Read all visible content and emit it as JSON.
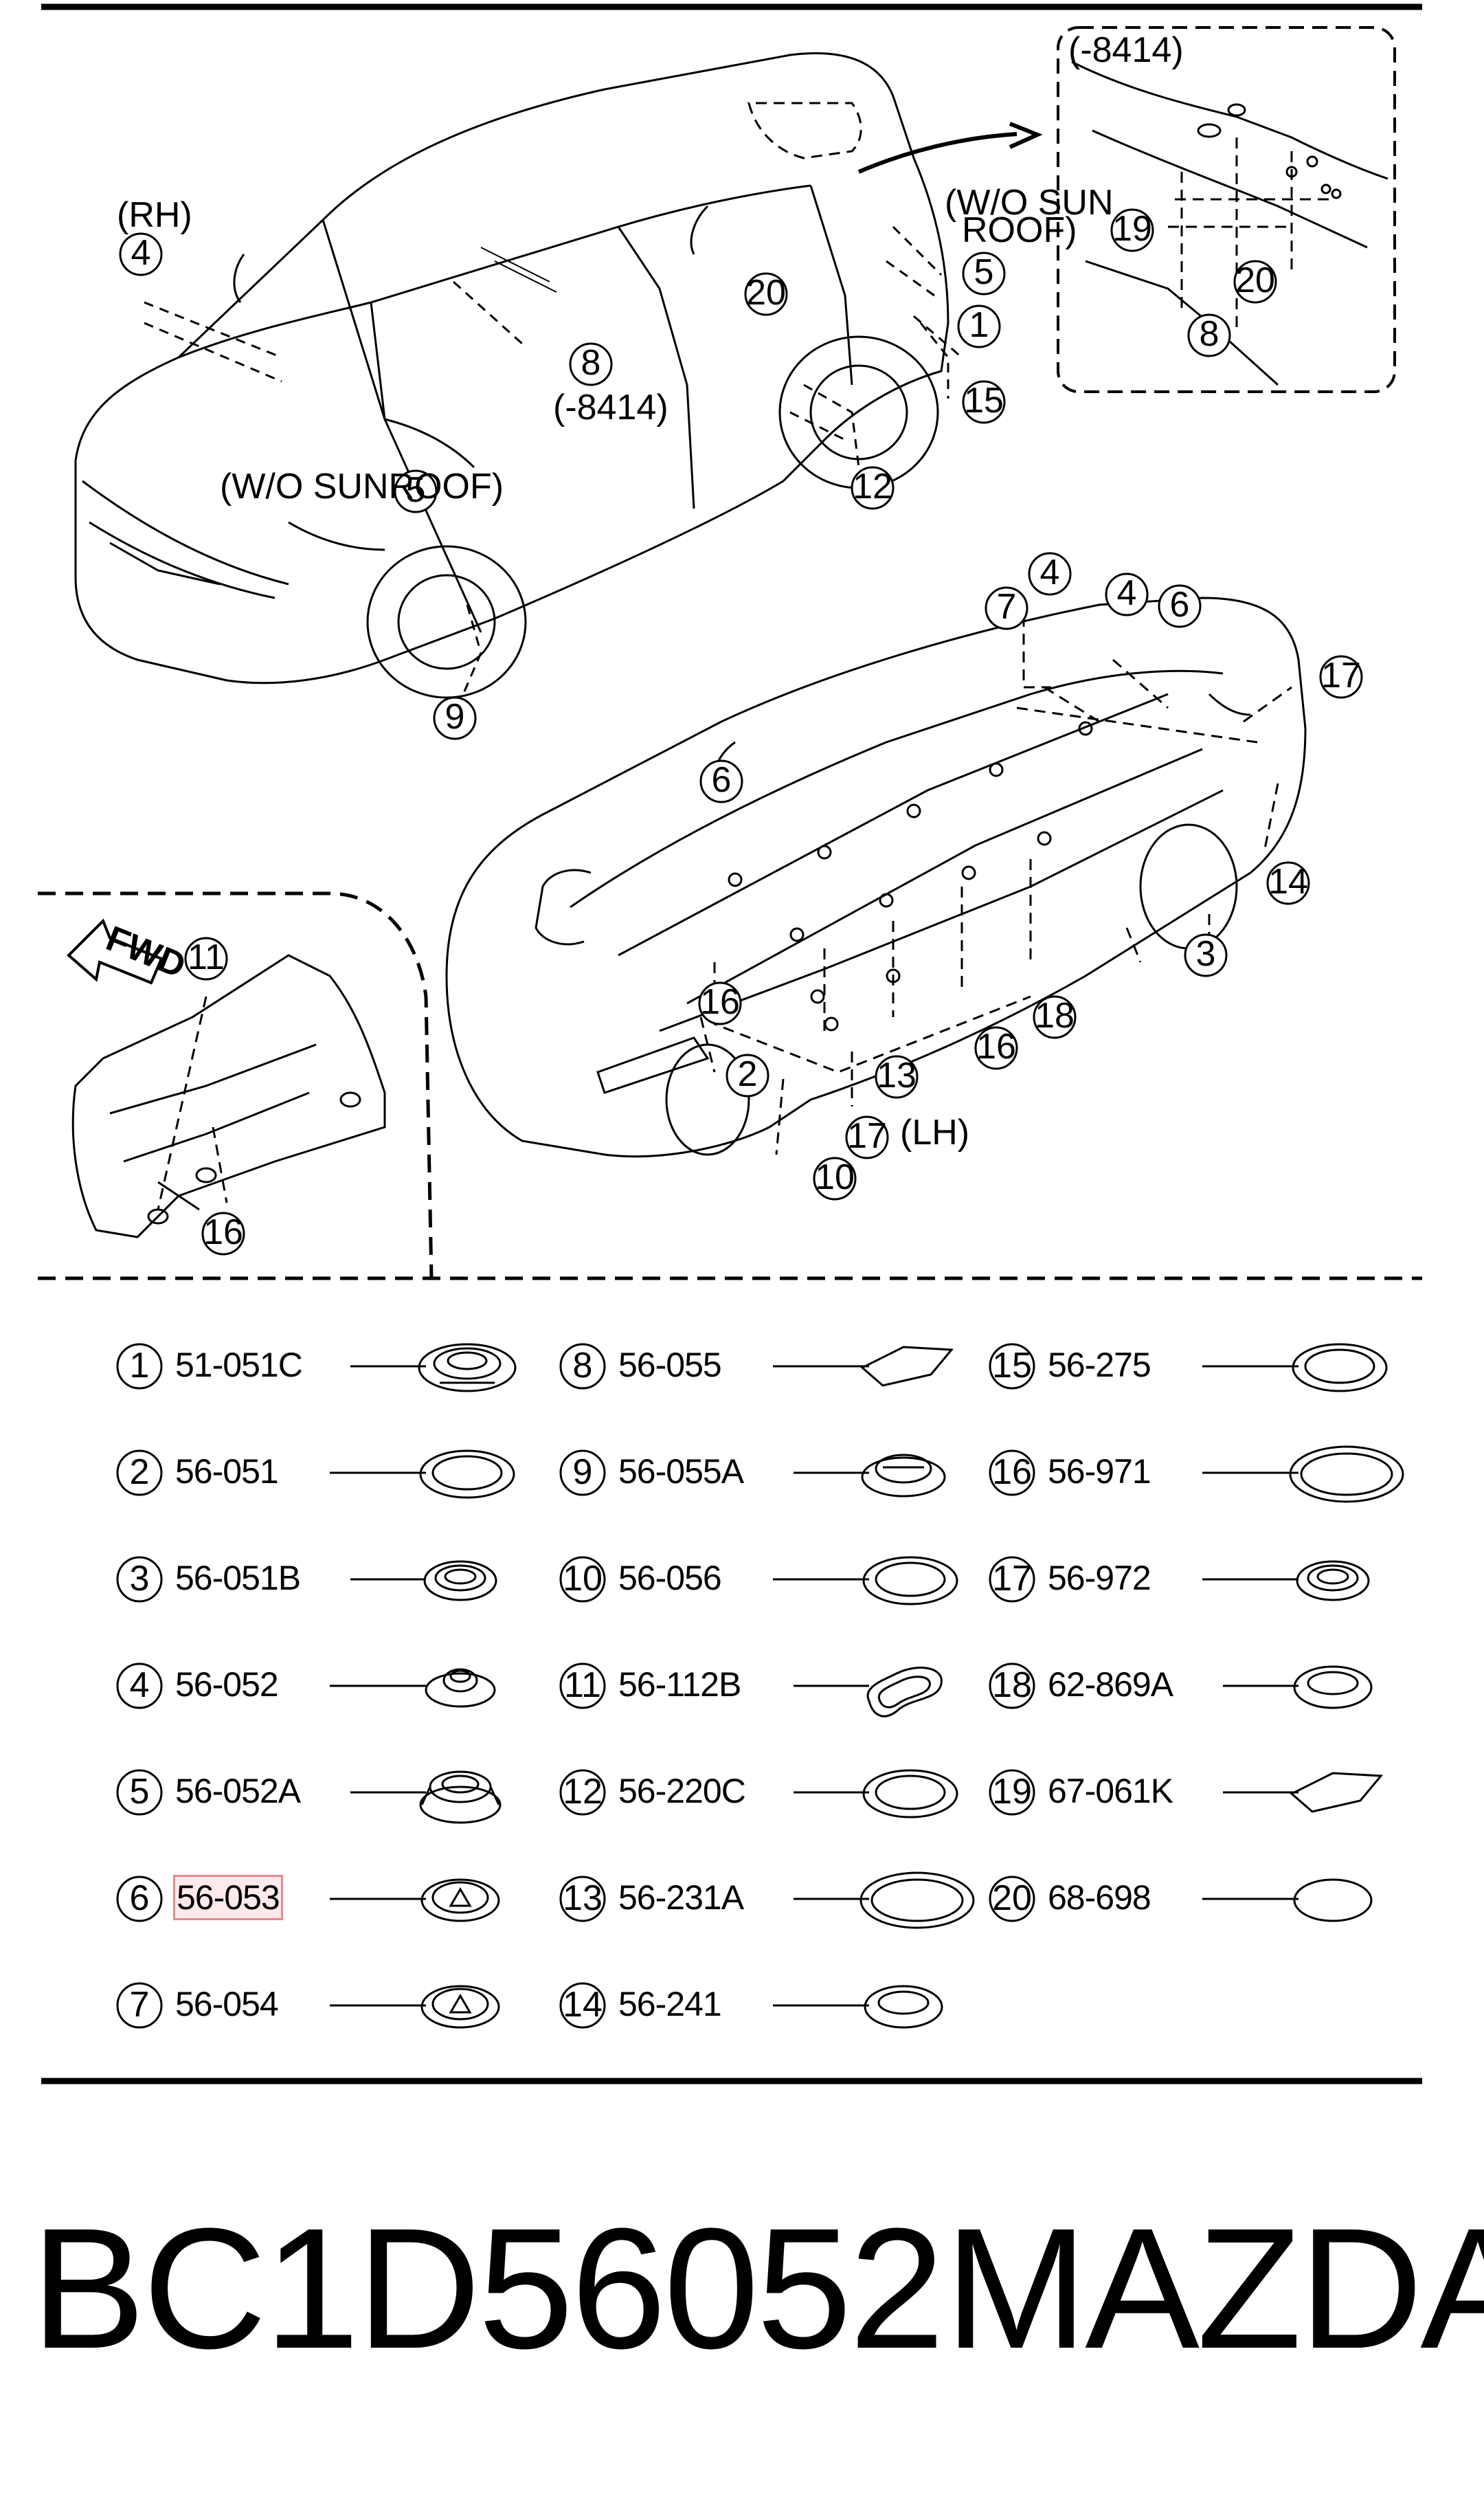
{
  "callouts": [
    {
      "id": "c4a",
      "label": "4"
    },
    {
      "id": "c5a",
      "label": "5"
    },
    {
      "id": "c9",
      "label": "9"
    },
    {
      "id": "c8a",
      "label": "8"
    },
    {
      "id": "c20a",
      "label": "20"
    },
    {
      "id": "c5b",
      "label": "5"
    },
    {
      "id": "c1",
      "label": "1"
    },
    {
      "id": "c15",
      "label": "15"
    },
    {
      "id": "c12",
      "label": "12"
    },
    {
      "id": "c19",
      "label": "19"
    },
    {
      "id": "c20b",
      "label": "20"
    },
    {
      "id": "c8b",
      "label": "8"
    },
    {
      "id": "c7",
      "label": "7"
    },
    {
      "id": "c4b",
      "label": "4"
    },
    {
      "id": "c4c",
      "label": "4"
    },
    {
      "id": "c6a",
      "label": "6"
    },
    {
      "id": "c17a",
      "label": "17"
    },
    {
      "id": "c6b",
      "label": "6"
    },
    {
      "id": "c14",
      "label": "14"
    },
    {
      "id": "c3",
      "label": "3"
    },
    {
      "id": "c18",
      "label": "18"
    },
    {
      "id": "c16a",
      "label": "16"
    },
    {
      "id": "c16b",
      "label": "16"
    },
    {
      "id": "c2",
      "label": "2"
    },
    {
      "id": "c13",
      "label": "13"
    },
    {
      "id": "c17b",
      "label": "17"
    },
    {
      "id": "c10",
      "label": "10"
    },
    {
      "id": "c11",
      "label": "11"
    },
    {
      "id": "c16c",
      "label": "16"
    }
  ],
  "annotations": {
    "rh": "(RH)",
    "wo_sunroof": "(W/O SUNROOF)",
    "wo_sun_roof_1": "(W/O SUN",
    "wo_sun_roof_2": "ROOF)",
    "code_8414_a": "(-8414)",
    "code_8414_b": "(-8414)",
    "lh": "(LH)",
    "fwd": "FWD"
  },
  "parts": [
    {
      "num": "1",
      "code": "51-051C",
      "shape": "grommet-stepped"
    },
    {
      "num": "2",
      "code": "56-051",
      "shape": "ring"
    },
    {
      "num": "3",
      "code": "56-051B",
      "shape": "grommet-small"
    },
    {
      "num": "4",
      "code": "56-052",
      "shape": "grommet-nub"
    },
    {
      "num": "5",
      "code": "56-052A",
      "shape": "grommet-tall"
    },
    {
      "num": "6",
      "code": "56-053",
      "shape": "grommet-slit",
      "highlighted": true
    },
    {
      "num": "7",
      "code": "56-054",
      "shape": "grommet-slit"
    },
    {
      "num": "8",
      "code": "56-055",
      "shape": "diamond-pad"
    },
    {
      "num": "9",
      "code": "56-055A",
      "shape": "grommet-dome"
    },
    {
      "num": "10",
      "code": "56-056",
      "shape": "ring"
    },
    {
      "num": "11",
      "code": "56-112B",
      "shape": "kidney"
    },
    {
      "num": "12",
      "code": "56-220C",
      "shape": "ring"
    },
    {
      "num": "13",
      "code": "56-231A",
      "shape": "ring-large"
    },
    {
      "num": "14",
      "code": "56-241",
      "shape": "cap"
    },
    {
      "num": "15",
      "code": "56-275",
      "shape": "ring"
    },
    {
      "num": "16",
      "code": "56-971",
      "shape": "ring-large"
    },
    {
      "num": "17",
      "code": "56-972",
      "shape": "grommet-small"
    },
    {
      "num": "18",
      "code": "62-869A",
      "shape": "cap"
    },
    {
      "num": "19",
      "code": "67-061K",
      "shape": "diamond-pad"
    },
    {
      "num": "20",
      "code": "68-698",
      "shape": "oval"
    }
  ],
  "footer": {
    "part_number": "BC1D56052",
    "brand": "MAZDA"
  }
}
